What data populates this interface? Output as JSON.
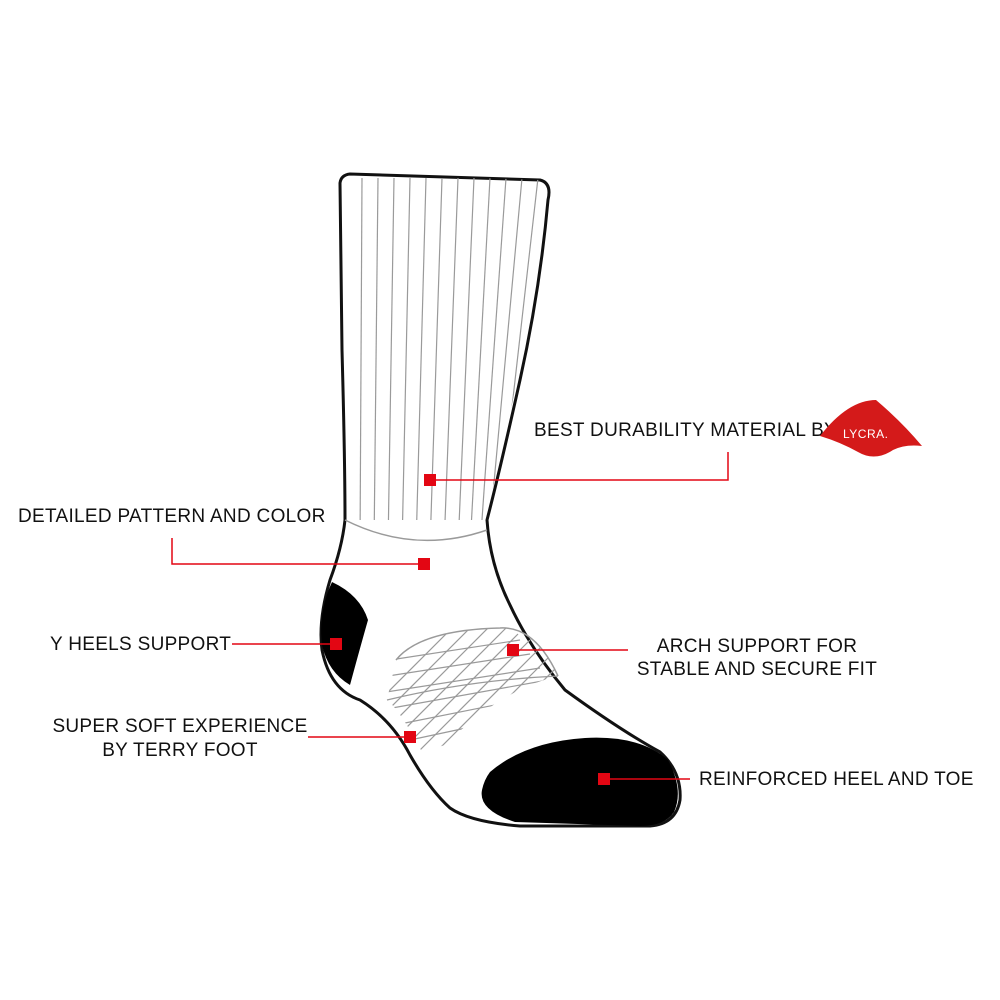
{
  "colors": {
    "accent": "#e30613",
    "outline": "#111111",
    "rib_lines": "#9a9a9a",
    "reinforcement": "#000000",
    "background": "#ffffff"
  },
  "callouts": {
    "durability": "BEST DURABILITY MATERIAL BY",
    "pattern": "DETAILED PATTERN AND COLOR",
    "heels": "Y HEELS SUPPORT",
    "arch_line1": "ARCH SUPPORT FOR",
    "arch_line2": "STABLE AND SECURE FIT",
    "terry_line1": "SUPER SOFT EXPERIENCE",
    "terry_line2": "BY TERRY FOOT",
    "reinforced": "REINFORCED HEEL AND TOE"
  },
  "logo": {
    "name": "lycra-logo",
    "text": "LYCRA."
  }
}
